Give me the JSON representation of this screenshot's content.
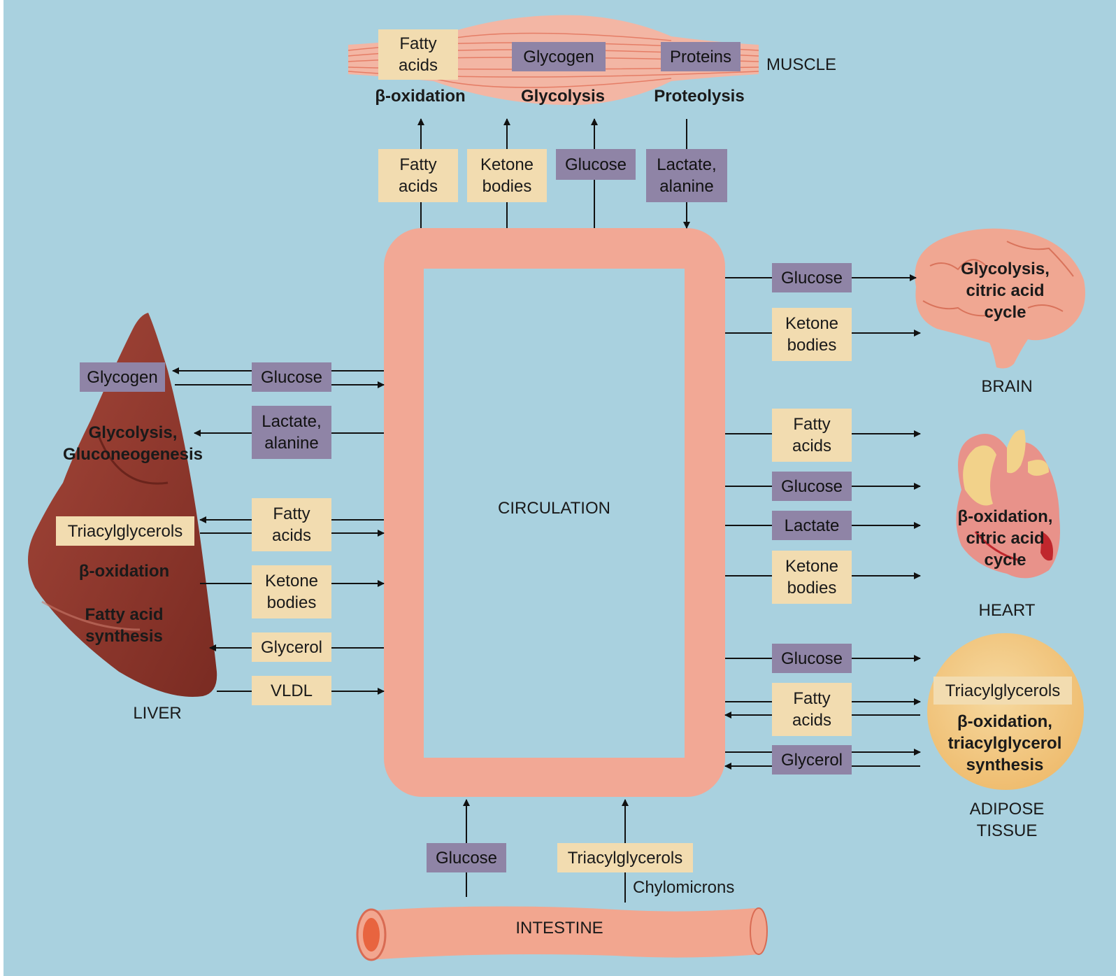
{
  "colors": {
    "background": "#a9d1df",
    "circulation": "#f2a895",
    "tan_box": "#f2dcb0",
    "purple_box": "#8f84a6",
    "liver": "#8a3428",
    "brain": "#f0a792",
    "adipose": "#f2c57b",
    "muscle": "#f3b6a4",
    "intestine": "#f2a68f"
  },
  "icons": [
    "muscle-illustration",
    "liver-illustration",
    "brain-illustration",
    "heart-illustration",
    "adipose-cell-illustration",
    "intestine-illustration"
  ],
  "circulation": {
    "label": "CIRCULATION"
  },
  "muscle": {
    "title": "MUSCLE",
    "inner": {
      "fatty_acids": "Fatty\nacids",
      "glycogen": "Glycogen",
      "proteins": "Proteins"
    },
    "processes": {
      "beta_oxidation": "β-oxidation",
      "glycolysis": "Glycolysis",
      "proteolysis": "Proteolysis"
    },
    "flows": {
      "fatty_acids": "Fatty\nacids",
      "ketone_bodies": "Ketone\nbodies",
      "glucose": "Glucose",
      "lactate_alanine": "Lactate,\nalanine"
    }
  },
  "liver": {
    "title": "LIVER",
    "glycogen": "Glycogen",
    "triacylglycerols": "Triacylglycerols",
    "processes": {
      "glycolysis_gluconeogenesis": "Glycolysis,\nGluconeogenesis",
      "beta_oxidation": "β-oxidation",
      "fatty_acid_synthesis": "Fatty acid\nsynthesis"
    },
    "flows": {
      "glucose": "Glucose",
      "lactate_alanine": "Lactate,\nalanine",
      "fatty_acids": "Fatty\nacids",
      "ketone_bodies": "Ketone\nbodies",
      "glycerol": "Glycerol",
      "vldl": "VLDL"
    }
  },
  "brain": {
    "title": "BRAIN",
    "process": "Glycolysis,\ncitric acid\ncycle",
    "flows": {
      "glucose": "Glucose",
      "ketone_bodies": "Ketone\nbodies"
    }
  },
  "heart": {
    "title": "HEART",
    "process": "β-oxidation,\ncitric acid\ncycle",
    "flows": {
      "fatty_acids": "Fatty\nacids",
      "glucose": "Glucose",
      "lactate": "Lactate",
      "ketone_bodies": "Ketone\nbodies"
    }
  },
  "adipose": {
    "title": "ADIPOSE\nTISSUE",
    "triacylglycerols": "Triacylglycerols",
    "process": "β-oxidation,\ntriacylglycerol\nsynthesis",
    "flows": {
      "glucose": "Glucose",
      "fatty_acids": "Fatty\nacids",
      "glycerol": "Glycerol"
    }
  },
  "intestine": {
    "title": "INTESTINE",
    "flows": {
      "glucose": "Glucose",
      "triacylglycerols": "Triacylglycerols"
    },
    "chylomicrons": "Chylomicrons"
  }
}
